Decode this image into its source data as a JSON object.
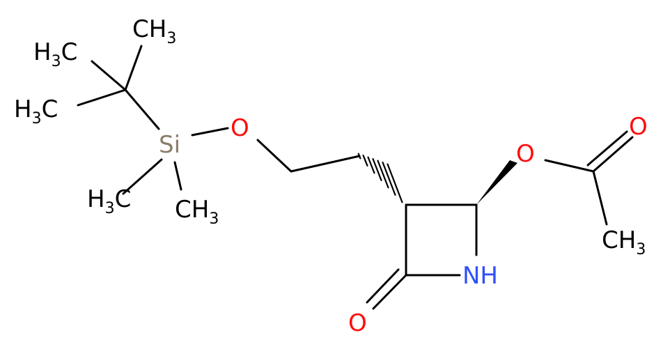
{
  "colors": {
    "bond": "#000000",
    "carbon_label": "#000000",
    "oxygen": "#ff0d0d",
    "nitrogen": "#3050f8",
    "silicon": "#8b7d6b"
  },
  "atoms": {
    "ch3_top": {
      "main": "CH",
      "sub": "3"
    },
    "h3c_upper_left": {
      "main": "H",
      "sub": "3",
      "tail": "C"
    },
    "h3c_mid_left": {
      "main": "H",
      "sub": "3",
      "tail": "C"
    },
    "si": {
      "main": "Si"
    },
    "o_ether": {
      "main": "O"
    },
    "h3c_lower": {
      "main": "H",
      "sub": "3",
      "tail": "C"
    },
    "ch3_lower": {
      "main": "CH",
      "sub": "3"
    },
    "o_ester": {
      "main": "O"
    },
    "o_carbonyl_acetyl": {
      "main": "O"
    },
    "ch3_acetyl": {
      "main": "CH",
      "sub": "3"
    },
    "nh": {
      "main": "NH"
    },
    "o_lactam": {
      "main": "O"
    }
  }
}
